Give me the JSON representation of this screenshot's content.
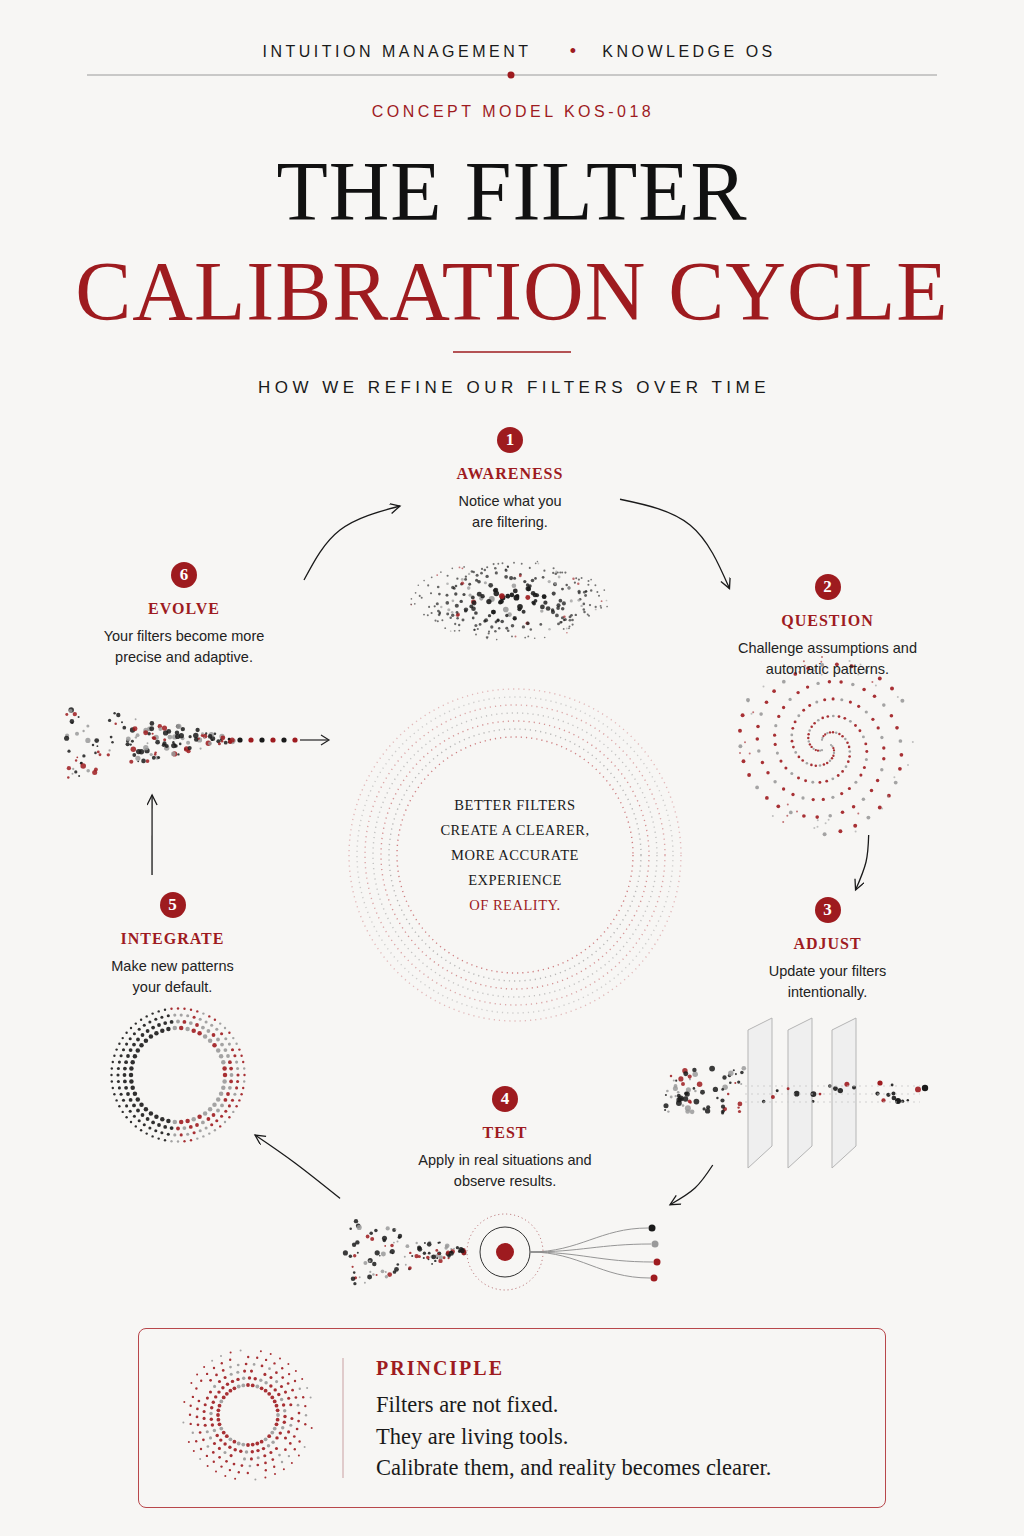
{
  "diagram": {
    "title": "THE FILTER CALIBRATION CYCLE",
    "nodes": [
      {
        "text": [
          "1",
          "AWARENESS",
          "Notice what you are filtering."
        ]
      },
      {
        "text": [
          "2",
          "QUESTION",
          "Challenge assumptions and automatic patterns."
        ]
      },
      {
        "text": [
          "3",
          "ADJUST",
          "Update your filters intentionally."
        ]
      },
      {
        "text": [
          "4",
          "TEST",
          "Apply in real situations and observe results."
        ]
      },
      {
        "text": [
          "5",
          "INTEGRATE",
          "Make new patterns your default."
        ]
      },
      {
        "text": [
          "6",
          "EVOLVE",
          "Your filters become more precise and adaptive."
        ]
      },
      {
        "text": [
          "BETTER FILTERS CREATE A CLEARER, MORE ACCURATE EXPERIENCE",
          "OF REALITY."
        ]
      },
      {
        "text": [
          "PRINCIPLE",
          "Filters are not fixed.",
          "They are living tools.",
          "Calibrate them, and reality becomes clearer."
        ]
      }
    ],
    "edges": [
      {
        "from": 5,
        "to": 0,
        "arrow": "to"
      },
      {
        "from": 0,
        "to": 1,
        "arrow": "to"
      },
      {
        "from": 1,
        "to": 2,
        "arrow": "to"
      },
      {
        "from": 2,
        "to": 3,
        "arrow": "to"
      },
      {
        "from": 3,
        "to": 4,
        "arrow": "to"
      },
      {
        "from": 4,
        "to": 5,
        "arrow": "to"
      }
    ],
    "labels": [
      "INTUITION MANAGEMENT",
      "•",
      "KNOWLEDGE OS",
      "CONCEPT MODEL KOS-018",
      "HOW WE REFINE OUR FILTERS OVER TIME"
    ]
  }
}
